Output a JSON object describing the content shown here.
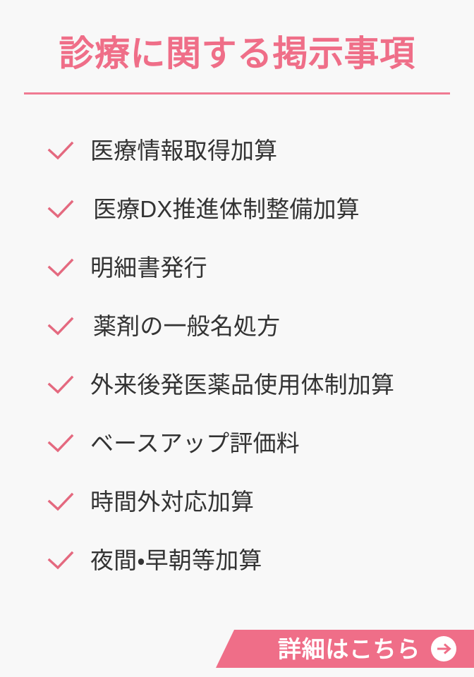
{
  "header": {
    "title": "診療に関する掲示事項"
  },
  "colors": {
    "background": "#f8f8f8",
    "accent_pink": "#ef6e88",
    "rule_pink": "#f07a92",
    "check_pink": "#e4697f",
    "text_dark": "#333333",
    "button_text": "#ffffff"
  },
  "list": {
    "items": [
      {
        "label": "医療情報取得加算",
        "icon": "check-icon"
      },
      {
        "label": "医療DX推進体制整備加算",
        "icon": "check-icon"
      },
      {
        "label": "明細書発行",
        "icon": "check-icon"
      },
      {
        "label": "薬剤の一般名処方",
        "icon": "check-icon"
      },
      {
        "label": "外来後発医薬品使用体制加算",
        "icon": "check-icon"
      },
      {
        "label": "ベースアップ評価料",
        "icon": "check-icon"
      },
      {
        "label": "時間外対応加算",
        "icon": "check-icon"
      },
      {
        "label": "夜間・早朝等加算",
        "icon": "check-icon"
      }
    ]
  },
  "cta": {
    "label": "詳細はこちら",
    "icon": "arrow-right-circle-icon"
  }
}
